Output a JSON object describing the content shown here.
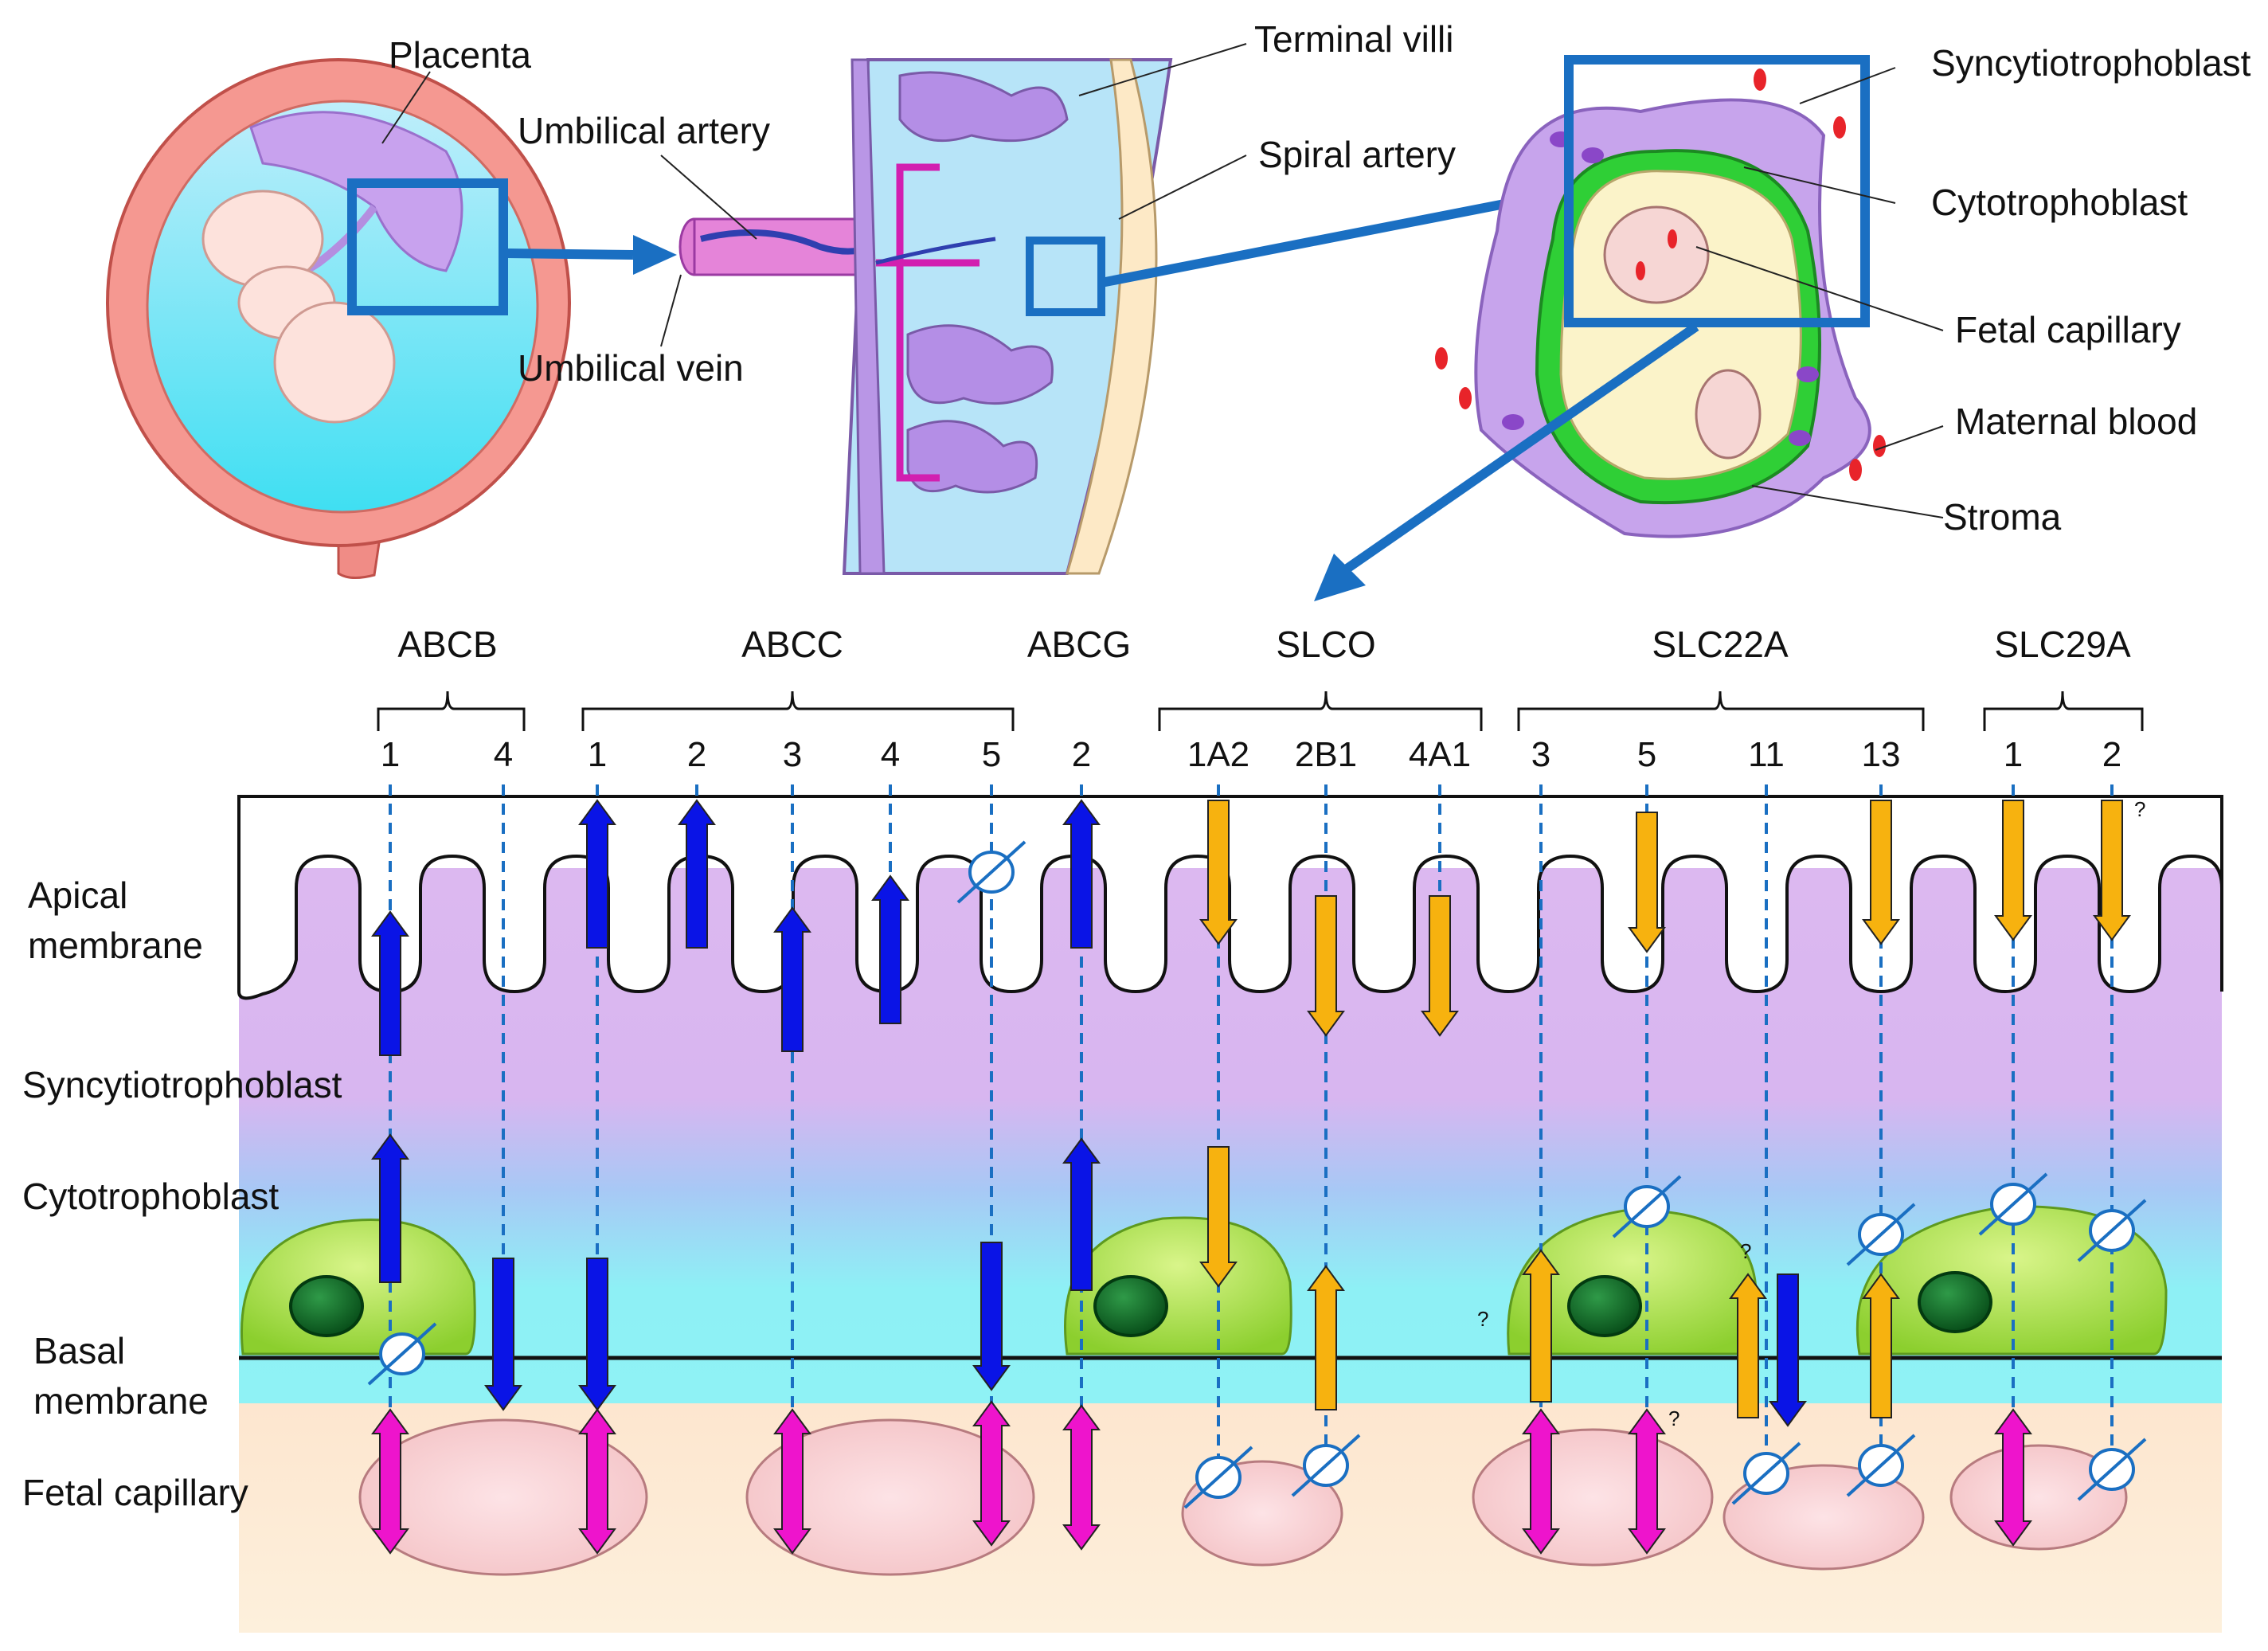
{
  "top_labels": {
    "placenta": "Placenta",
    "umbilical_artery": "Umbilical artery",
    "umbilical_vein": "Umbilical vein",
    "terminal_villi": "Terminal villi",
    "spiral_artery": "Spiral artery",
    "syncytiotrophoblast": "Syncytiotrophoblast",
    "cytotrophoblast": "Cytotrophoblast",
    "fetal_capillary": "Fetal capillary",
    "maternal_blood": "Maternal blood",
    "stroma": "Stroma"
  },
  "side_labels": {
    "apical_1": "Apical",
    "apical_2": "membrane",
    "syncytio": "Syncytiotrophoblast",
    "cyto": "Cytotrophoblast",
    "basal_1": "Basal",
    "basal_2": "membrane",
    "fetal": "Fetal capillary"
  },
  "families": [
    "ABCB",
    "ABCC",
    "ABCG",
    "SLCO",
    "SLC22A",
    "SLC29A"
  ],
  "members": {
    "abcb": [
      "1",
      "4"
    ],
    "abcc": [
      "1",
      "2",
      "3",
      "4",
      "5"
    ],
    "abcg": [
      "2"
    ],
    "slco": [
      "1A2",
      "2B1",
      "4A1"
    ],
    "slc22a": [
      "3",
      "5",
      "11",
      "13"
    ],
    "slc29a": [
      "1",
      "2"
    ]
  },
  "question_mark": "?",
  "colors": {
    "abc_efflux": "#0a14e6",
    "slc_uptake": "#f7b20f",
    "bidirectional": "#ee14cc",
    "syncytio": "#dcb8f0",
    "cyto_band": "#8ff2f5",
    "basal_band": "#fde8cf",
    "cell": "#a6e24a",
    "nucleus": "#0d6a25"
  }
}
